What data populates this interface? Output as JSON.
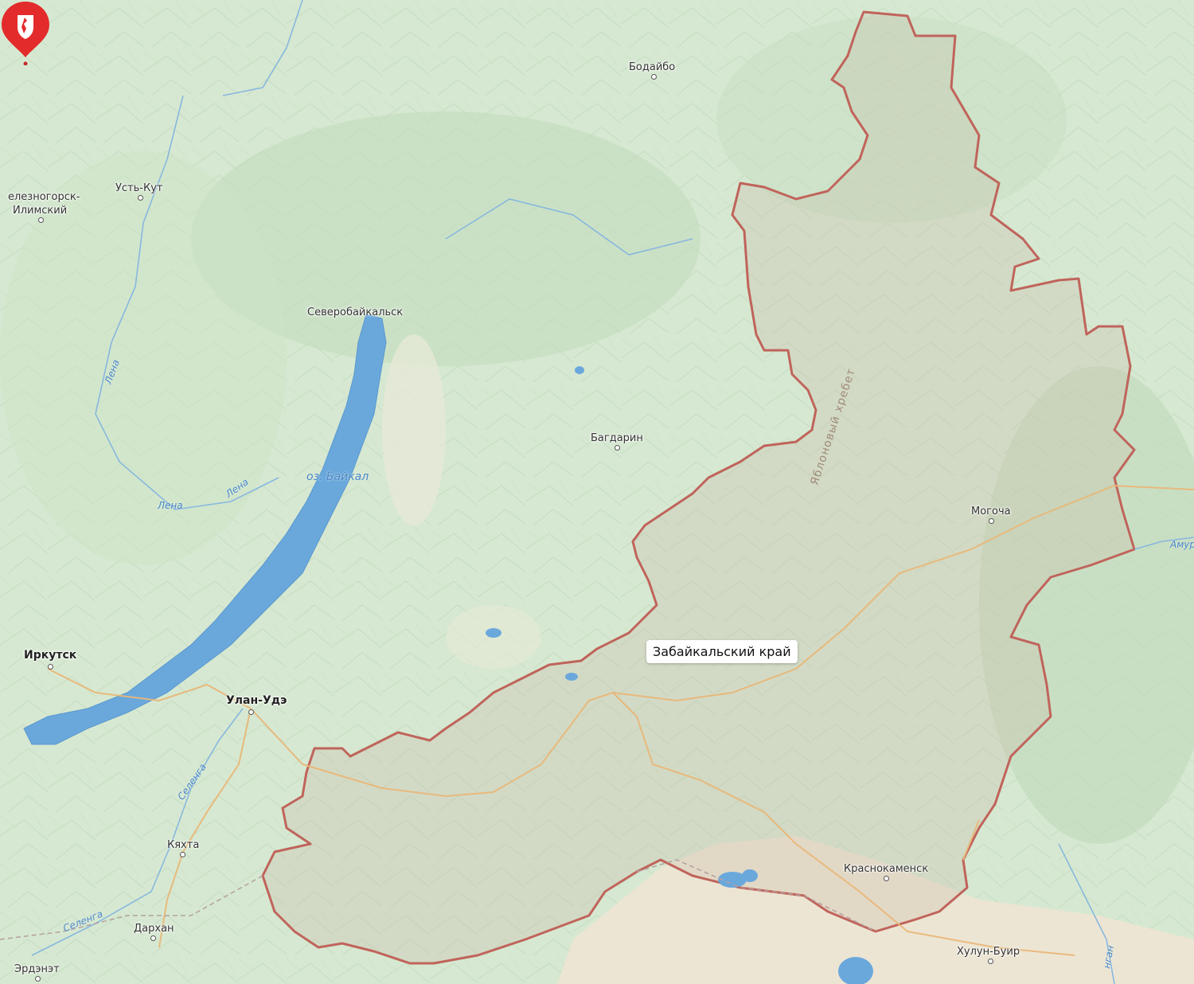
{
  "map": {
    "region_name": "Забайкальский край",
    "colors": {
      "land": "#d5e6cf",
      "forest": "#c3dbbf",
      "water": "#6aa8dc",
      "border": "#c0645b",
      "road": "#e9b778",
      "steppe": "#efe6d6",
      "marker": "#e32b2b"
    },
    "marker_icon": "coat-of-arms-pin-icon",
    "cities": [
      {
        "id": "bodaybo",
        "name": "Бодайбо",
        "bold": false
      },
      {
        "id": "ust-kut",
        "name": "Усть-Кут",
        "bold": false
      },
      {
        "id": "zheleznogorsk",
        "name": "елезногорск-",
        "bold": false
      },
      {
        "id": "zheleznogorsk2",
        "name": "Илимский",
        "bold": false
      },
      {
        "id": "severobaykalsk",
        "name": "Северобайкальск",
        "bold": false
      },
      {
        "id": "bagdarin",
        "name": "Багдарин",
        "bold": false
      },
      {
        "id": "mogocha",
        "name": "Могоча",
        "bold": false
      },
      {
        "id": "irkutsk",
        "name": "Иркутск",
        "bold": true
      },
      {
        "id": "ulan-ude",
        "name": "Улан-Удэ",
        "bold": true
      },
      {
        "id": "kyakhta",
        "name": "Кяхта",
        "bold": false
      },
      {
        "id": "darkhan",
        "name": "Дархан",
        "bold": false
      },
      {
        "id": "erdenet",
        "name": "Эрдэнэт",
        "bold": false
      },
      {
        "id": "krasnokamensk",
        "name": "Краснокаменск",
        "bold": false
      },
      {
        "id": "hulun-buir",
        "name": "Хулун-Буир",
        "bold": false
      }
    ],
    "water_labels": [
      {
        "id": "lena1",
        "name": "Лена"
      },
      {
        "id": "lena2",
        "name": "Лена"
      },
      {
        "id": "lena3",
        "name": "Лена"
      },
      {
        "id": "baikal",
        "name": "оз. Байкал"
      },
      {
        "id": "selenga1",
        "name": "Селенга"
      },
      {
        "id": "selenga2",
        "name": "Селенга"
      },
      {
        "id": "amur",
        "name": "Амур"
      },
      {
        "id": "argun",
        "name": "нган"
      }
    ],
    "ridge_label": "Яблоновый хребет"
  }
}
